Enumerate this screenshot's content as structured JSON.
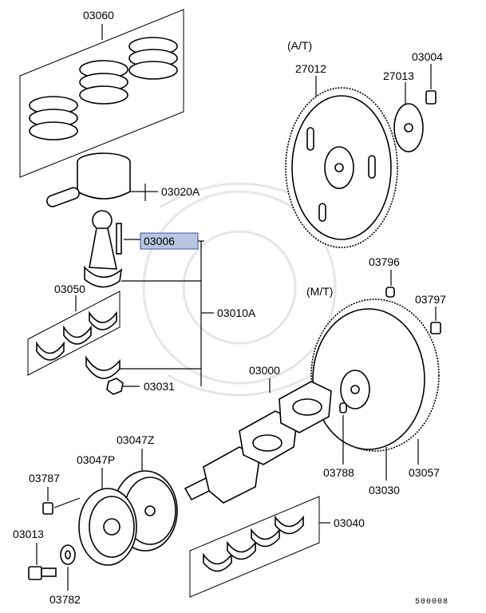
{
  "labels": {
    "p03060": "03060",
    "p03020A": "03020A",
    "p03006": "03006",
    "p03050": "03050",
    "p03010A": "03010A",
    "p03031": "03031",
    "p03000": "03000",
    "p03047Z": "03047Z",
    "p03047P": "03047P",
    "p03787": "03787",
    "p03013": "03013",
    "p03782": "03782",
    "p03040": "03040",
    "p27012": "27012",
    "p27013": "27013",
    "p03004": "03004",
    "p03796": "03796",
    "p03797": "03797",
    "p03788": "03788",
    "p03030": "03030",
    "p03057": "03057"
  },
  "variants": {
    "at": "(A/T)",
    "mt": "(M/T)"
  },
  "diagram_code": "500008",
  "highlight_color": "#b8c4e0"
}
